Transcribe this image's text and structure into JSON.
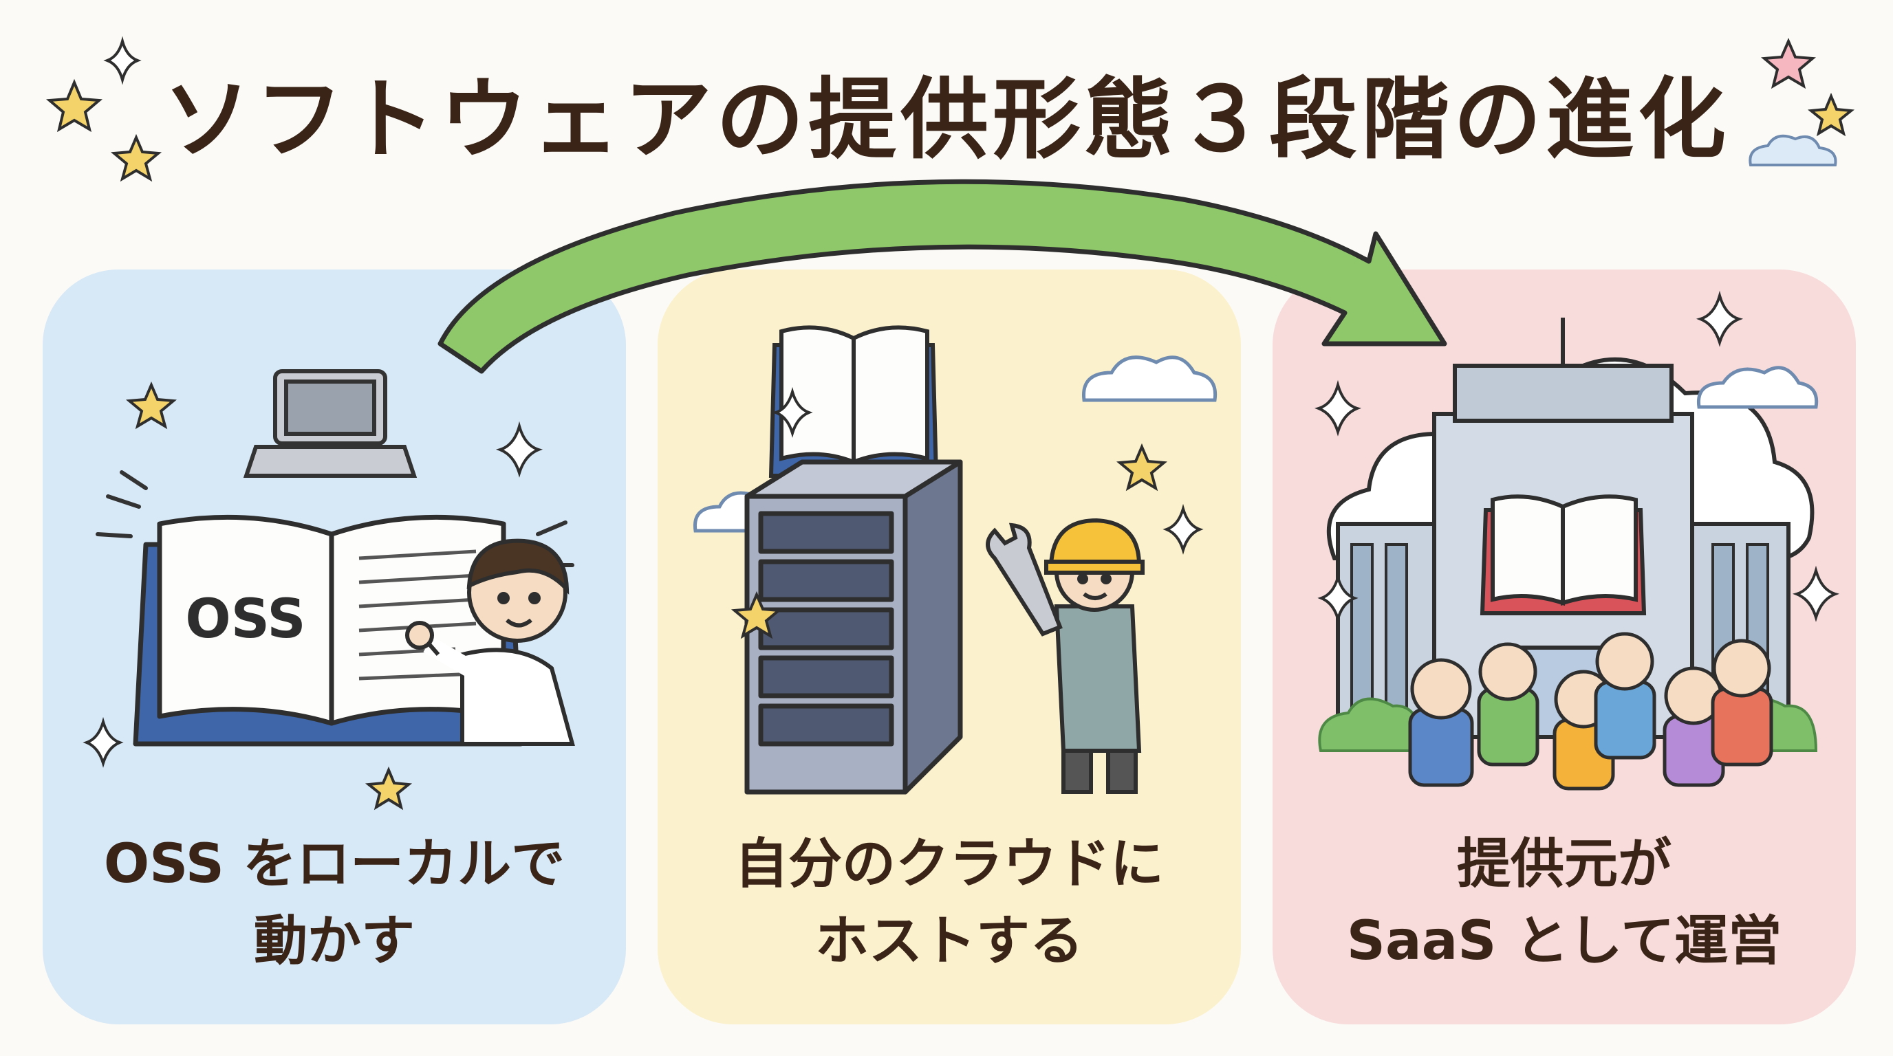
{
  "title": "ソフトウェアの提供形態３段階の進化",
  "panels": [
    {
      "book_label": "OSS",
      "caption_lines": [
        "OSS をローカルで",
        "動かす"
      ],
      "color": "#d7e8f6"
    },
    {
      "caption_lines": [
        "自分のクラウドに",
        "ホストする"
      ],
      "color": "#fbf1cc"
    },
    {
      "caption_lines": [
        "提供元が",
        "SaaS として運営"
      ],
      "color": "#f8dcdc"
    }
  ],
  "colors": {
    "arrow": "#8fc86a",
    "text": "#3a2418",
    "star": "#f4d36a",
    "book_cover": "#3f66a8"
  },
  "icons": [
    "laptop-icon",
    "open-book-icon",
    "person-icon",
    "server-rack-icon",
    "worker-icon",
    "wrench-icon",
    "cloud-icon",
    "office-building-icon",
    "crowd-icon",
    "star-icon",
    "sparkle-icon"
  ]
}
